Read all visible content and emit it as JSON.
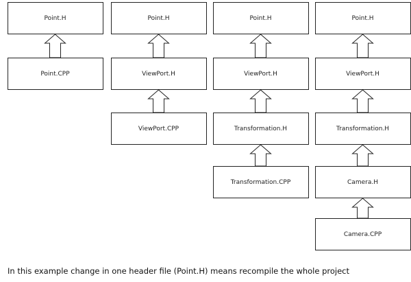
{
  "columns": [
    {
      "nodes": [
        "Point.H",
        "Point.CPP"
      ]
    },
    {
      "nodes": [
        "Point.H",
        "ViewPort.H",
        "ViewPort.CPP"
      ]
    },
    {
      "nodes": [
        "Point.H",
        "ViewPort.H",
        "Transformation.H",
        "Transformation.CPP"
      ]
    },
    {
      "nodes": [
        "Point.H",
        "ViewPort.H",
        "Transformation.H",
        "Camera.H",
        "Camera.CPP"
      ]
    }
  ],
  "caption": "In this example change in one header file (Point.H) means recompile the whole project"
}
